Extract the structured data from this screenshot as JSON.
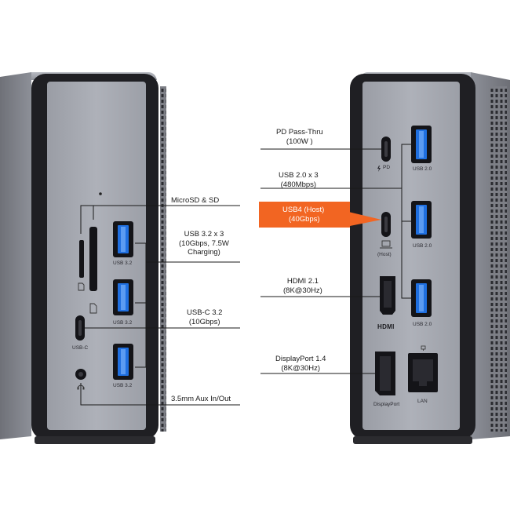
{
  "colors": {
    "body": "#8c8e96",
    "panel": "#a3a6ae",
    "frame": "#222226",
    "port": "#141418",
    "usb_blue": "#1f6fe0",
    "highlight": "#f26522",
    "line": "#1a1a1a"
  },
  "callouts": {
    "microsd_sd": [
      "MicroSD & SD"
    ],
    "usb32": [
      "USB 3.2 x 3",
      "(10Gbps, 7.5W",
      "Charging)"
    ],
    "usbc32": [
      "USB-C 3.2",
      "(10Gbps)"
    ],
    "aux": [
      "3.5mm Aux In/Out"
    ],
    "pd": [
      "PD Pass-Thru",
      "(100W )"
    ],
    "usb20": [
      "USB 2.0 x 3",
      "(480Mbps)"
    ],
    "usb4": [
      "USB4 (Host)",
      "(40Gbps)"
    ],
    "hdmi": [
      "HDMI 2.1",
      "(8K@30Hz)"
    ],
    "displayport": [
      "DisplayPort 1.4",
      "(8K@30Hz)"
    ]
  },
  "port_labels": {
    "left_usb": "USB 3.2",
    "usb_c": "USB-C",
    "right_usb": "USB 2.0",
    "pd": "PD",
    "host": "(Host)",
    "hdmi": "HDMI",
    "displayport": "DisplayPort",
    "lan": "LAN"
  },
  "icons": {
    "sd": "sd-card-icon",
    "microsd": "microsd-card-icon",
    "headset": "headset-icon",
    "laptop": "laptop-icon",
    "bolt": "lightning-bolt-icon",
    "lan": "network-icon"
  }
}
